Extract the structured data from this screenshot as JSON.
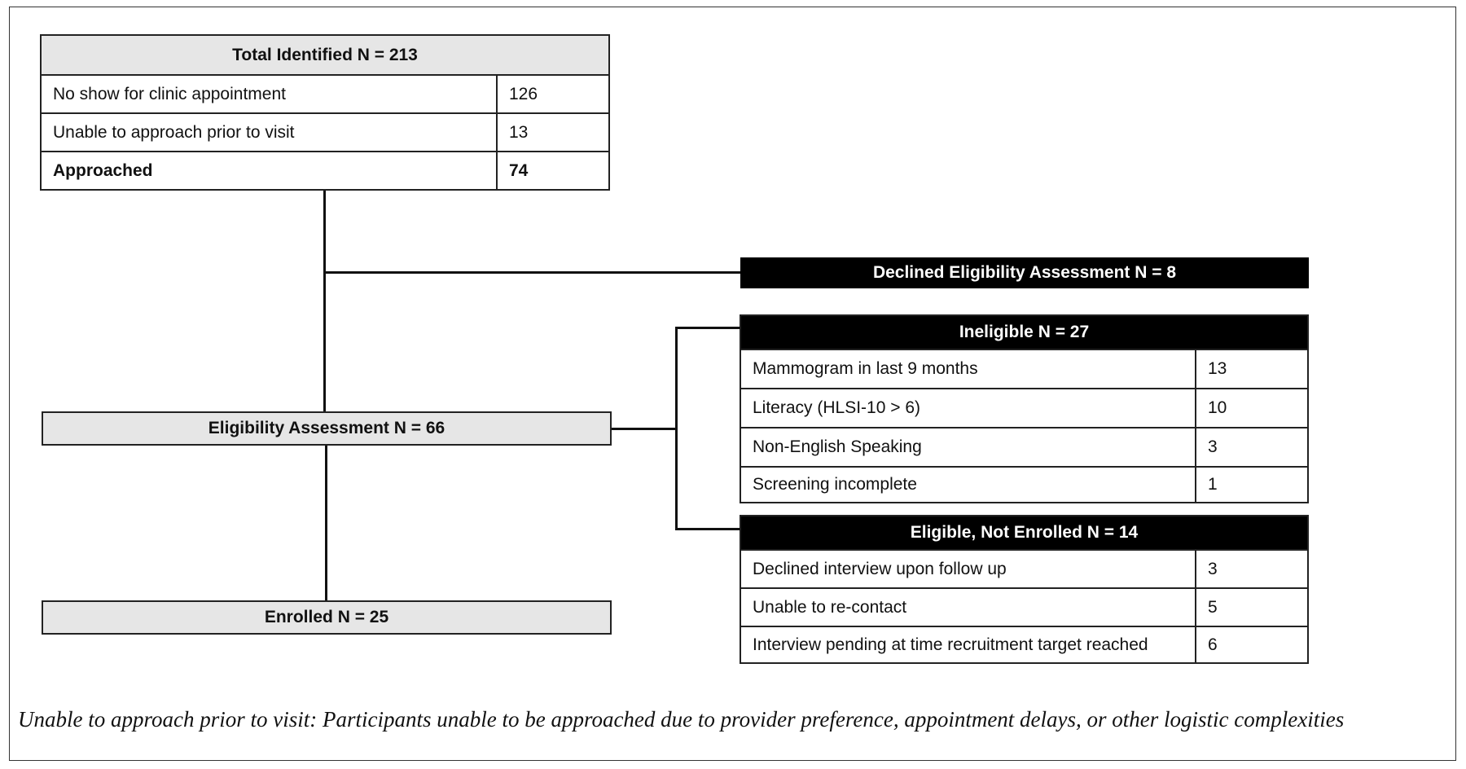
{
  "total_box": {
    "header": "Total Identified N = 213",
    "rows": [
      {
        "label": "No show for clinic appointment",
        "value": "126"
      },
      {
        "label": "Unable to approach prior to visit",
        "value": "13"
      },
      {
        "label": "Approached",
        "value": "74"
      }
    ]
  },
  "declined_box": {
    "label": "Declined Eligibility Assessment N = 8"
  },
  "eligibility_box": {
    "label": "Eligibility Assessment N = 66"
  },
  "enrolled_box": {
    "label": "Enrolled N = 25"
  },
  "ineligible_box": {
    "header": "Ineligible  N = 27",
    "rows": [
      {
        "label": "Mammogram in last 9 months",
        "value": "13"
      },
      {
        "label": "Literacy (HLSI-10 > 6)",
        "value": "10"
      },
      {
        "label": "Non-English Speaking",
        "value": "3"
      },
      {
        "label": "Screening incomplete",
        "value": "1"
      }
    ]
  },
  "not_enrolled_box": {
    "header": "Eligible, Not Enrolled N = 14",
    "rows": [
      {
        "label": "Declined interview upon follow up",
        "value": "3"
      },
      {
        "label": "Unable to re-contact",
        "value": "5"
      },
      {
        "label": "Interview pending at time recruitment target reached",
        "value": "6"
      }
    ]
  },
  "footnote": "Unable to approach prior to visit: Participants unable to be approached due to provider preference, appointment delays, or other logistic complexities"
}
